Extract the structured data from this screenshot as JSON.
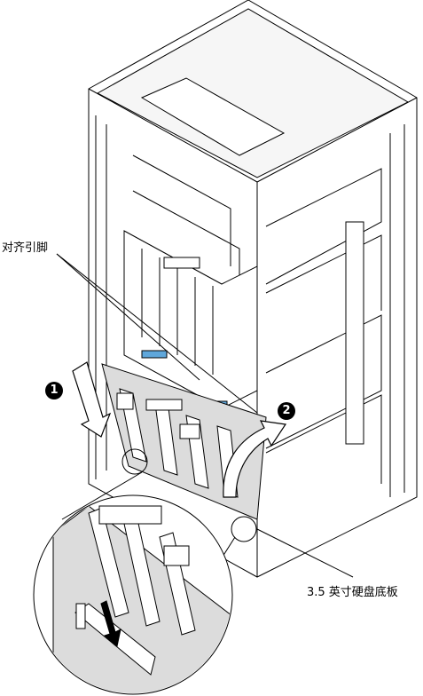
{
  "labels": {
    "alignment_pins": "对齐引脚",
    "backplate": "3.5 英寸硬盘底板"
  },
  "steps": {
    "step1": "1",
    "step2": "2"
  },
  "colors": {
    "line": "#000000",
    "panel_gray": "#dcdcdc",
    "accent_blue": "#5fa7db",
    "background": "#ffffff"
  }
}
